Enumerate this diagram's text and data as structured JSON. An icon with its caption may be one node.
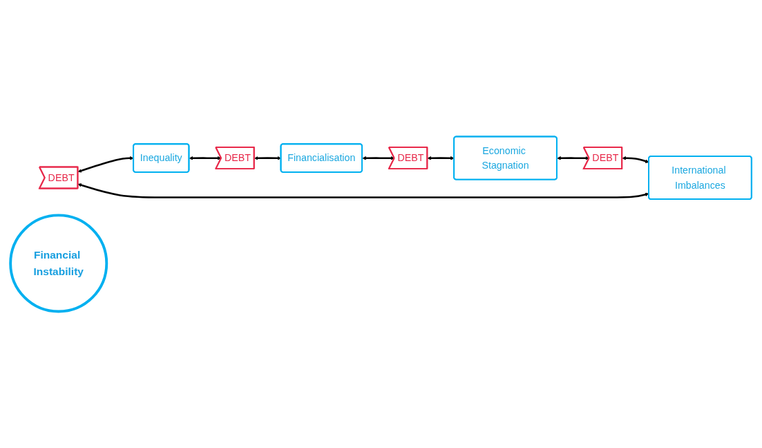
{
  "diagram": {
    "nodes": [
      {
        "text": [
          "DEBT"
        ]
      },
      {
        "text": [
          "Inequality"
        ]
      },
      {
        "text": [
          "DEBT"
        ]
      },
      {
        "text": [
          "International Imbalances"
        ]
      },
      {
        "text": [
          "Financial Instability"
        ]
      },
      {
        "text": [
          "Financialisation"
        ]
      },
      {
        "text": [
          "DEBT"
        ]
      },
      {
        "text": [
          "Economic Stagnation"
        ]
      },
      {
        "text": [
          "DEBT"
        ]
      }
    ],
    "edges": [
      {
        "from": 0,
        "to": 1,
        "arrow": "both"
      },
      {
        "from": 1,
        "to": 2,
        "arrow": "both"
      },
      {
        "from": 2,
        "to": 5,
        "arrow": "both"
      },
      {
        "from": 5,
        "to": 8,
        "arrow": "both"
      },
      {
        "from": 8,
        "to": 7,
        "arrow": "both"
      },
      {
        "from": 7,
        "to": 6,
        "arrow": "both"
      },
      {
        "from": 6,
        "to": 3,
        "arrow": "both"
      },
      {
        "from": 3,
        "to": 0,
        "arrow": "both"
      }
    ]
  }
}
